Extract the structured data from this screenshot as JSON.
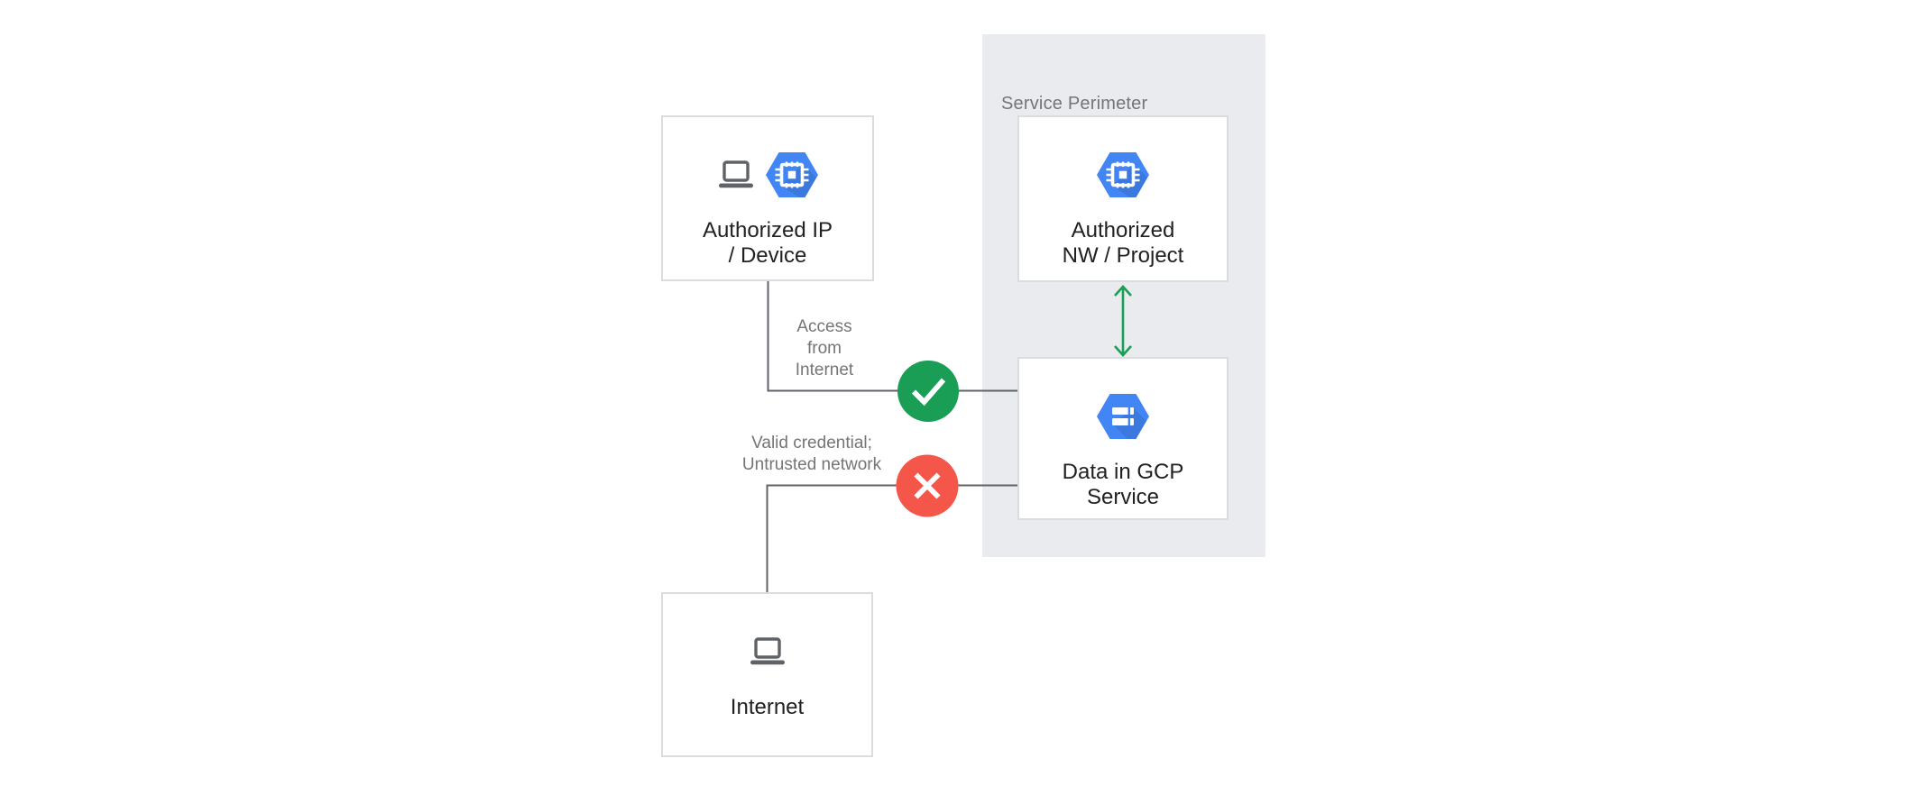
{
  "diagram": {
    "perimeter_label": "Service Perimeter",
    "nodes": {
      "authorized_ip": {
        "label": "Authorized IP\n/ Device",
        "icons": [
          "laptop-icon",
          "compute-engine-hexagon-icon"
        ]
      },
      "authorized_nw": {
        "label": "Authorized\nNW / Project",
        "icons": [
          "compute-engine-hexagon-icon"
        ]
      },
      "data_gcp": {
        "label": "Data in GCP\nService",
        "icons": [
          "cloud-storage-hexagon-icon"
        ]
      },
      "internet": {
        "label": "Internet",
        "icons": [
          "laptop-icon"
        ]
      }
    },
    "edges": {
      "access_allowed": {
        "label": "Access\nfrom\nInternet",
        "status": "allowed",
        "badge_icon": "check-icon"
      },
      "access_denied": {
        "label": "Valid credential;\nUntrusted network",
        "status": "denied",
        "badge_icon": "cross-icon"
      }
    }
  },
  "colors": {
    "gcp_blue": "#4285F4",
    "allowed_green": "#1A9E55",
    "denied_red": "#F5564A",
    "panel_bg": "#E9EBEE",
    "box_border": "#DADCE0",
    "wire_gray": "#5F6368",
    "text_dark": "#212121",
    "text_gray": "#757575",
    "icon_gray": "#5F6368"
  }
}
